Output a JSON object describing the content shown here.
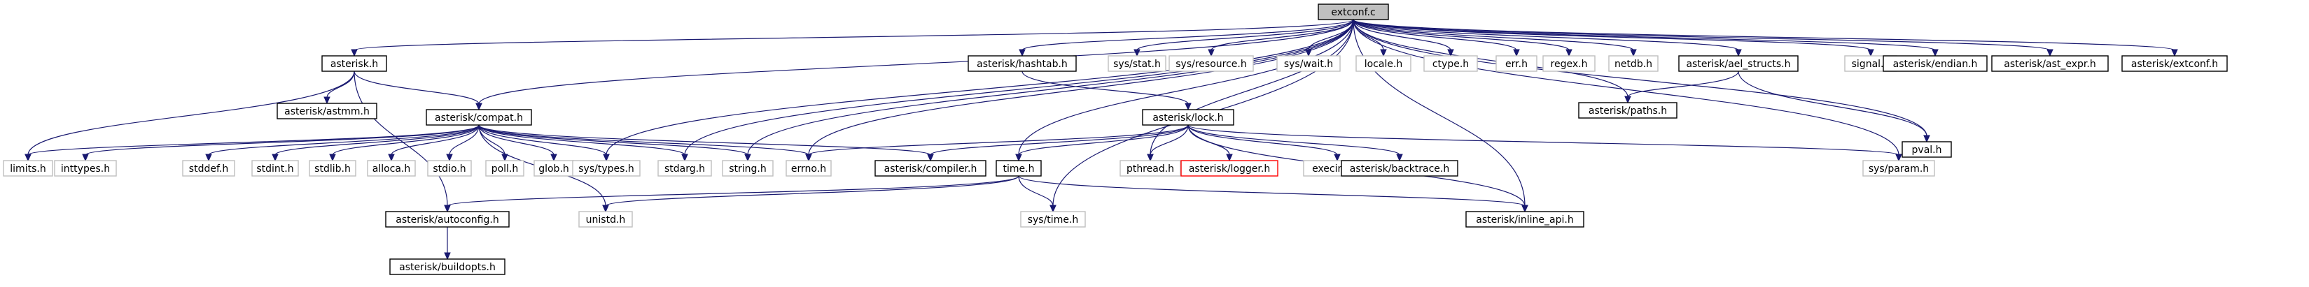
{
  "title": "extconf.c",
  "nodes": [
    {
      "id": "extconf",
      "label": "extconf.c",
      "style": "root"
    },
    {
      "id": "asterisk",
      "label": "asterisk.h",
      "style": "normal"
    },
    {
      "id": "astmm",
      "label": "asterisk/astmm.h",
      "style": "normal"
    },
    {
      "id": "compat",
      "label": "asterisk/compat.h",
      "style": "normal"
    },
    {
      "id": "hashtab",
      "label": "asterisk/hashtab.h",
      "style": "normal"
    },
    {
      "id": "lock",
      "label": "asterisk/lock.h",
      "style": "normal"
    },
    {
      "id": "sysstat",
      "label": "sys/stat.h",
      "style": "external"
    },
    {
      "id": "sysresource",
      "label": "sys/resource.h",
      "style": "external"
    },
    {
      "id": "syswait",
      "label": "sys/wait.h",
      "style": "external"
    },
    {
      "id": "locale",
      "label": "locale.h",
      "style": "external"
    },
    {
      "id": "ctype",
      "label": "ctype.h",
      "style": "external"
    },
    {
      "id": "err",
      "label": "err.h",
      "style": "external"
    },
    {
      "id": "regex",
      "label": "regex.h",
      "style": "external"
    },
    {
      "id": "netdb",
      "label": "netdb.h",
      "style": "external"
    },
    {
      "id": "aelstructs",
      "label": "asterisk/ael_structs.h",
      "style": "normal"
    },
    {
      "id": "signal",
      "label": "signal.h",
      "style": "external"
    },
    {
      "id": "endian",
      "label": "asterisk/endian.h",
      "style": "normal"
    },
    {
      "id": "astexpr",
      "label": "asterisk/ast_expr.h",
      "style": "normal"
    },
    {
      "id": "extconfh",
      "label": "asterisk/extconf.h",
      "style": "normal"
    },
    {
      "id": "paths",
      "label": "asterisk/paths.h",
      "style": "normal"
    },
    {
      "id": "pval",
      "label": "pval.h",
      "style": "normal"
    },
    {
      "id": "limits",
      "label": "limits.h",
      "style": "external"
    },
    {
      "id": "inttypes",
      "label": "inttypes.h",
      "style": "external"
    },
    {
      "id": "stddef",
      "label": "stddef.h",
      "style": "external"
    },
    {
      "id": "stdint",
      "label": "stdint.h",
      "style": "external"
    },
    {
      "id": "stdlib",
      "label": "stdlib.h",
      "style": "external"
    },
    {
      "id": "alloca",
      "label": "alloca.h",
      "style": "external"
    },
    {
      "id": "stdio",
      "label": "stdio.h",
      "style": "external"
    },
    {
      "id": "poll",
      "label": "poll.h",
      "style": "external"
    },
    {
      "id": "glob",
      "label": "glob.h",
      "style": "external"
    },
    {
      "id": "systypes",
      "label": "sys/types.h",
      "style": "external"
    },
    {
      "id": "stdarg",
      "label": "stdarg.h",
      "style": "external"
    },
    {
      "id": "string",
      "label": "string.h",
      "style": "external"
    },
    {
      "id": "errno",
      "label": "errno.h",
      "style": "external"
    },
    {
      "id": "compiler",
      "label": "asterisk/compiler.h",
      "style": "normal"
    },
    {
      "id": "timeh",
      "label": "time.h",
      "style": "normal"
    },
    {
      "id": "pthread",
      "label": "pthread.h",
      "style": "external"
    },
    {
      "id": "logger",
      "label": "asterisk/logger.h",
      "style": "warning"
    },
    {
      "id": "execinfo",
      "label": "execinfo.h",
      "style": "external"
    },
    {
      "id": "backtrace",
      "label": "asterisk/backtrace.h",
      "style": "normal"
    },
    {
      "id": "sysparam",
      "label": "sys/param.h",
      "style": "external"
    },
    {
      "id": "autoconfig",
      "label": "asterisk/autoconfig.h",
      "style": "normal"
    },
    {
      "id": "unistd",
      "label": "unistd.h",
      "style": "external"
    },
    {
      "id": "systime",
      "label": "sys/time.h",
      "style": "external"
    },
    {
      "id": "inlineapi",
      "label": "asterisk/inline_api.h",
      "style": "normal"
    },
    {
      "id": "buildopts",
      "label": "asterisk/buildopts.h",
      "style": "normal"
    }
  ],
  "edges": [
    [
      "extconf",
      "asterisk"
    ],
    [
      "extconf",
      "compat"
    ],
    [
      "extconf",
      "hashtab"
    ],
    [
      "extconf",
      "sysstat"
    ],
    [
      "extconf",
      "sysresource"
    ],
    [
      "extconf",
      "syswait"
    ],
    [
      "extconf",
      "locale"
    ],
    [
      "extconf",
      "ctype"
    ],
    [
      "extconf",
      "err"
    ],
    [
      "extconf",
      "regex"
    ],
    [
      "extconf",
      "netdb"
    ],
    [
      "extconf",
      "aelstructs"
    ],
    [
      "extconf",
      "signal"
    ],
    [
      "extconf",
      "endian"
    ],
    [
      "extconf",
      "astexpr"
    ],
    [
      "extconf",
      "extconfh"
    ],
    [
      "extconf",
      "paths"
    ],
    [
      "extconf",
      "pval"
    ],
    [
      "extconf",
      "systypes"
    ],
    [
      "extconf",
      "stdarg"
    ],
    [
      "extconf",
      "string"
    ],
    [
      "extconf",
      "errno"
    ],
    [
      "extconf",
      "timeh"
    ],
    [
      "extconf",
      "pthread"
    ],
    [
      "extconf",
      "systime"
    ],
    [
      "extconf",
      "sysparam"
    ],
    [
      "extconf",
      "inlineapi"
    ],
    [
      "asterisk",
      "astmm"
    ],
    [
      "asterisk",
      "compat"
    ],
    [
      "asterisk",
      "autoconfig"
    ],
    [
      "asterisk",
      "limits"
    ],
    [
      "compat",
      "limits"
    ],
    [
      "compat",
      "inttypes"
    ],
    [
      "compat",
      "stddef"
    ],
    [
      "compat",
      "stdint"
    ],
    [
      "compat",
      "stdlib"
    ],
    [
      "compat",
      "alloca"
    ],
    [
      "compat",
      "stdio"
    ],
    [
      "compat",
      "poll"
    ],
    [
      "compat",
      "glob"
    ],
    [
      "compat",
      "systypes"
    ],
    [
      "compat",
      "stdarg"
    ],
    [
      "compat",
      "string"
    ],
    [
      "compat",
      "errno"
    ],
    [
      "compat",
      "compiler"
    ],
    [
      "compat",
      "unistd"
    ],
    [
      "hashtab",
      "lock"
    ],
    [
      "lock",
      "pthread"
    ],
    [
      "lock",
      "timeh"
    ],
    [
      "lock",
      "logger"
    ],
    [
      "lock",
      "execinfo"
    ],
    [
      "lock",
      "backtrace"
    ],
    [
      "lock",
      "sysparam"
    ],
    [
      "lock",
      "inlineapi"
    ],
    [
      "lock",
      "errno"
    ],
    [
      "lock",
      "compiler"
    ],
    [
      "aelstructs",
      "paths"
    ],
    [
      "aelstructs",
      "pval"
    ],
    [
      "timeh",
      "autoconfig"
    ],
    [
      "timeh",
      "unistd"
    ],
    [
      "timeh",
      "systime"
    ],
    [
      "timeh",
      "inlineapi"
    ],
    [
      "autoconfig",
      "buildopts"
    ]
  ]
}
